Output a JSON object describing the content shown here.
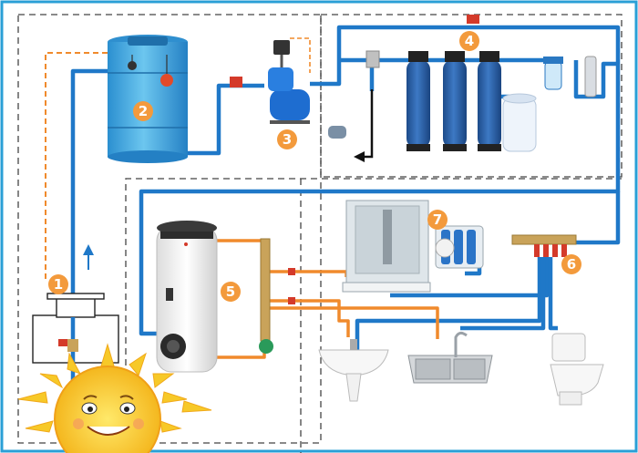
{
  "markers": [
    {
      "id": "1",
      "label": "1"
    },
    {
      "id": "2",
      "label": "2"
    },
    {
      "id": "3",
      "label": "3"
    },
    {
      "id": "4",
      "label": "4"
    },
    {
      "id": "5",
      "label": "5"
    },
    {
      "id": "6",
      "label": "6"
    },
    {
      "id": "7",
      "label": "7"
    }
  ],
  "colors": {
    "cold_pipe": "#1f78c8",
    "hot_pipe": "#f08a2c",
    "marker_fill": "#f39a3c",
    "tank": "#3aa6dc",
    "filter": "#2f5fa5",
    "frame": "#2a9fd6",
    "sun": "#f6d431"
  }
}
